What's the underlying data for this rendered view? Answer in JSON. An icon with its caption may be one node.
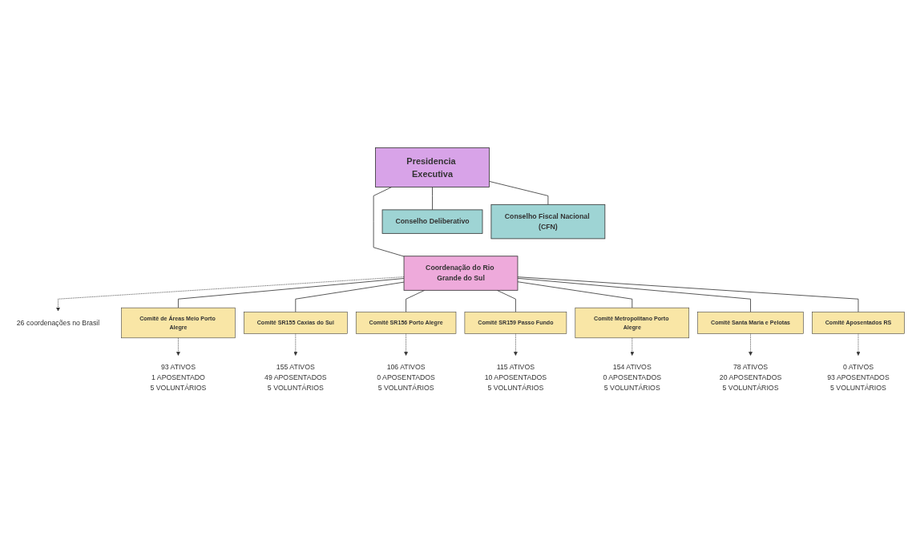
{
  "diagram": {
    "nodes": [
      {
        "text": [
          "Presidencia Executiva"
        ]
      },
      {
        "text": [
          "Conselho Deliberativo"
        ]
      },
      {
        "text": [
          "Conselho Fiscal Nacional (CFN)"
        ]
      },
      {
        "text": [
          "Coordenação do Rio Grande do Sul"
        ]
      },
      {
        "text": [
          "26 coordenações no Brasil"
        ]
      },
      {
        "text": [
          "Comitê de Áreas Meio Porto Alegre"
        ]
      },
      {
        "text": [
          "Comitê SR155 Caxias do Sul"
        ]
      },
      {
        "text": [
          "Comitê SR156 Porto Alegre"
        ]
      },
      {
        "text": [
          "Comitê SR159 Passo Fundo"
        ]
      },
      {
        "text": [
          "Comitê Metropolitano Porto Alegre"
        ]
      },
      {
        "text": [
          "Comitê Santa Maria e Pelotas"
        ]
      },
      {
        "text": [
          "Comitê Aposentados RS"
        ]
      },
      {
        "text": [
          "93 ATIVOS",
          "1 APOSENTADO",
          "5 VOLUNTÁRIOS"
        ]
      },
      {
        "text": [
          "155 ATIVOS",
          "49 APOSENTADOS",
          "5 VOLUNTÁRIOS"
        ]
      },
      {
        "text": [
          "106 ATIVOS",
          "0 APOSENTADOS",
          "5 VOLUNTÁRIOS"
        ]
      },
      {
        "text": [
          "115 ATIVOS",
          "10 APOSENTADOS",
          "5 VOLUNTÁRIOS"
        ]
      },
      {
        "text": [
          "154 ATIVOS",
          "0 APOSENTADOS",
          "5 VOLUNTÁRIOS"
        ]
      },
      {
        "text": [
          "78 ATIVOS",
          "20 APOSENTADOS",
          "5 VOLUNTÁRIOS"
        ]
      },
      {
        "text": [
          "0 ATIVOS",
          "93 APOSENTADOS",
          "5 VOLUNTÁRIOS"
        ]
      }
    ],
    "edges": [
      {
        "from": 0,
        "to": 1,
        "arrow": "none"
      },
      {
        "from": 0,
        "to": 2,
        "arrow": "none"
      },
      {
        "from": 0,
        "to": 3,
        "arrow": "none"
      },
      {
        "from": 3,
        "to": 4,
        "arrow": "to",
        "style": "dashed"
      },
      {
        "from": 3,
        "to": 5,
        "arrow": "none"
      },
      {
        "from": 3,
        "to": 6,
        "arrow": "none"
      },
      {
        "from": 3,
        "to": 7,
        "arrow": "none"
      },
      {
        "from": 3,
        "to": 8,
        "arrow": "none"
      },
      {
        "from": 3,
        "to": 9,
        "arrow": "none"
      },
      {
        "from": 3,
        "to": 10,
        "arrow": "none"
      },
      {
        "from": 3,
        "to": 11,
        "arrow": "none"
      },
      {
        "from": 5,
        "to": 12,
        "arrow": "to",
        "style": "dashed"
      },
      {
        "from": 6,
        "to": 13,
        "arrow": "to",
        "style": "dashed"
      },
      {
        "from": 7,
        "to": 14,
        "arrow": "to",
        "style": "dashed"
      },
      {
        "from": 8,
        "to": 15,
        "arrow": "to",
        "style": "dashed"
      },
      {
        "from": 9,
        "to": 16,
        "arrow": "to",
        "style": "dashed"
      },
      {
        "from": 10,
        "to": 17,
        "arrow": "to",
        "style": "dashed"
      },
      {
        "from": 11,
        "to": 18,
        "arrow": "to",
        "style": "dashed"
      }
    ]
  }
}
